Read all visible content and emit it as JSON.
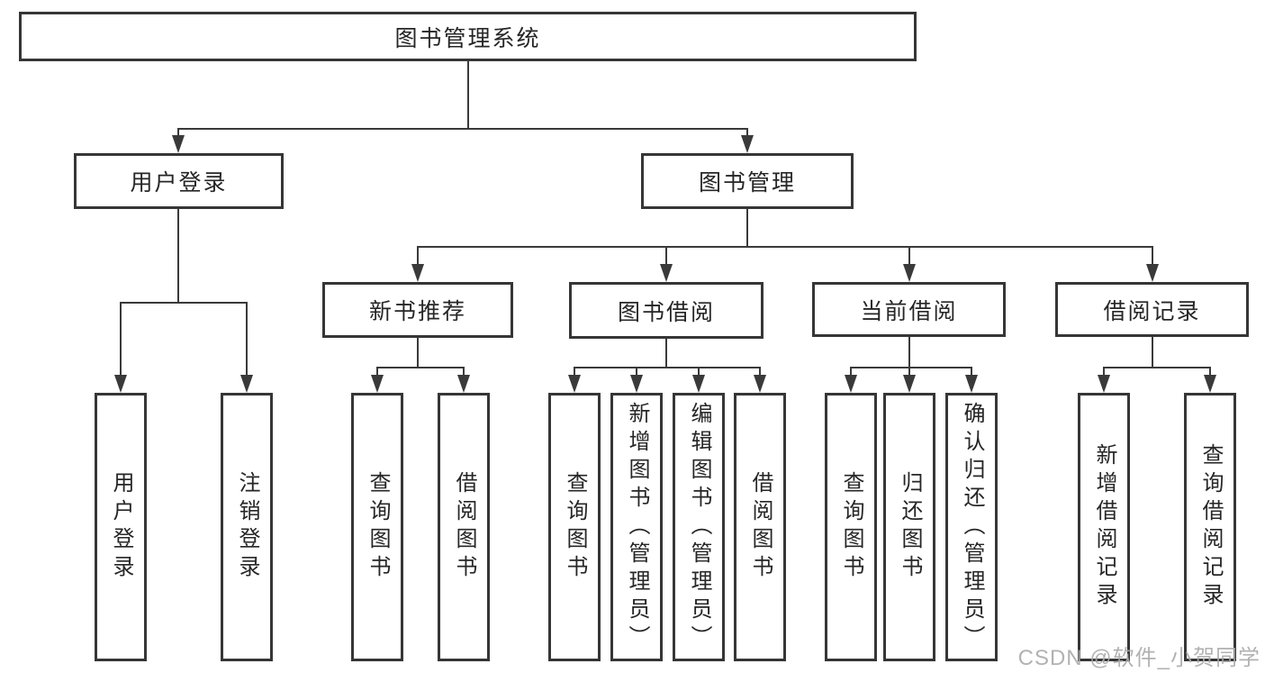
{
  "diagram": {
    "root": {
      "label": "图书管理系统"
    },
    "branches": [
      {
        "label": "用户登录",
        "children": [
          {
            "label": "用户登录"
          },
          {
            "label": "注销登录"
          }
        ]
      },
      {
        "label": "图书管理",
        "children": [
          {
            "label": "新书推荐",
            "children": [
              {
                "label": "查询图书"
              },
              {
                "label": "借阅图书"
              }
            ]
          },
          {
            "label": "图书借阅",
            "children": [
              {
                "label": "查询图书"
              },
              {
                "label": "新增图书（管理员）"
              },
              {
                "label": "编辑图书（管理员）"
              },
              {
                "label": "借阅图书"
              }
            ]
          },
          {
            "label": "当前借阅",
            "children": [
              {
                "label": "查询图书"
              },
              {
                "label": "归还图书"
              },
              {
                "label": "确认归还（管理员）"
              }
            ]
          },
          {
            "label": "借阅记录",
            "children": [
              {
                "label": "新增借阅记录"
              },
              {
                "label": "查询借阅记录"
              }
            ]
          }
        ]
      }
    ]
  },
  "watermark": {
    "text": "CSDN @软件_小贺同学"
  },
  "colors": {
    "line": "#3a3a3a",
    "border": "#363636",
    "text": "#262626",
    "watermark": "#aaaaaa",
    "background": "#ffffff"
  }
}
